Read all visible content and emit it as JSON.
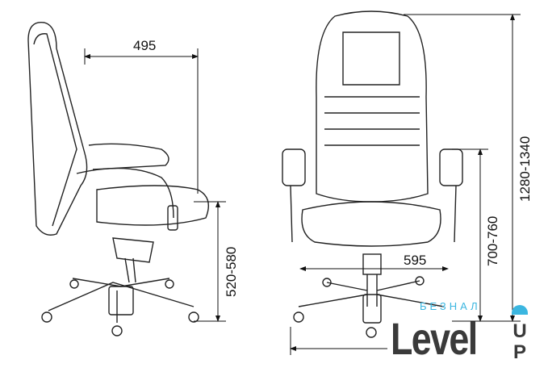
{
  "dimensions": {
    "seat_depth": "495",
    "seat_height": "520-580",
    "total_height": "1280-1340",
    "armrest_height": "700-760",
    "seat_width": "595"
  },
  "logo": {
    "sub": "БЕЗНАЛ",
    "main": "Level",
    "up": "UP",
    "accent_color": "#3bb6e0"
  }
}
